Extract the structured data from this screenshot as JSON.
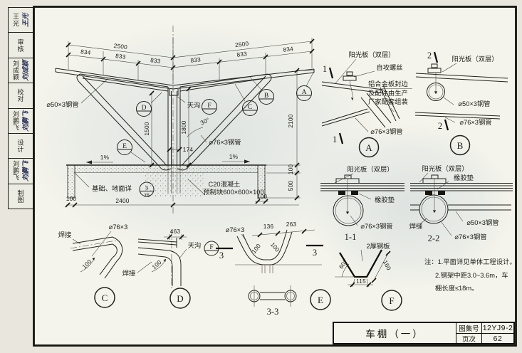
{
  "sidebar": {
    "rows": [
      {
        "name": "王光",
        "role": "审核"
      },
      {
        "name": "刘成颖",
        "role": "校对"
      },
      {
        "name": "刘鹏飞",
        "role": "设计"
      },
      {
        "name": "刘鹏飞",
        "role": "制图"
      }
    ]
  },
  "elevation": {
    "dims": {
      "total_left": "2500",
      "left": [
        "834",
        "833",
        "833"
      ],
      "total_right": "2500",
      "right": [
        "833",
        "833",
        "834"
      ],
      "h_total": "2100",
      "h_slab": "100",
      "h_found": "500",
      "v_1500": "1500",
      "v_1800": "1800",
      "w_174": "174",
      "w_2400": "2400",
      "w_100_left": "100",
      "w_100_right": "100",
      "angle": "30°"
    },
    "labels": {
      "pipe50": "⌀50×3钢管",
      "pipe76": "⌀76×3钢管",
      "gutter": "天沟",
      "slope_left": "1%",
      "slope_right": "1%",
      "foundation": "基础、地面详",
      "concrete": "C20混凝土",
      "precast": "预制块600×600×100"
    },
    "refs": {
      "a": "A",
      "b": "B",
      "c": "C",
      "d": "D",
      "e": "E",
      "f": "F",
      "fnd_top": "3",
      "fnd_bottom": "75"
    }
  },
  "detail_a": {
    "bubble": "A",
    "cut": "1",
    "panel": "阳光板（双层）",
    "screw": "自攻螺丝",
    "edge_note": [
      "铝合金板封边",
      "及配件由生产",
      "厂家配套组装"
    ],
    "pipe76": "⌀76×3钢管"
  },
  "detail_b": {
    "bubble": "B",
    "cut": "2",
    "panel": "阳光板（双层）",
    "pipe50": "⌀50×3钢管",
    "pipe76": "⌀76×3钢管"
  },
  "section_11": {
    "title": "1-1",
    "panel": "阳光板（双层）",
    "rubber": "橡胶垫",
    "pipe76": "⌀76×3钢管"
  },
  "section_22": {
    "title": "2-2",
    "panel": "阳光板（双层）",
    "rubber": "橡胶垫",
    "weld": "焊缝",
    "pipe50": "⌀50×3钢管",
    "pipe76": "⌀76×3钢管"
  },
  "detail_c": {
    "bubble": "C",
    "weld": "焊接",
    "pipe": "⌀76×3",
    "radius": "100"
  },
  "detail_d": {
    "bubble": "D",
    "weld": "焊接",
    "gutter": "天沟",
    "ref": "F",
    "dim463": "463",
    "radius": "100"
  },
  "detail_e": {
    "bubble": "E",
    "pipe": "⌀76×3",
    "dim136": "136",
    "dim263": "263",
    "r1": "100",
    "r2": "100",
    "cut": "3",
    "section": "3-3"
  },
  "detail_f": {
    "bubble": "F",
    "plate": "2厚钢板",
    "angle": "60°",
    "dim160": "160",
    "dim115": "115"
  },
  "notes": {
    "line1": "注：1.平面详见单体工程设计。",
    "line2": "2.钢架中距3.0~3.6m，车",
    "line3": "棚长度≤18m。"
  },
  "titleblock": {
    "title": "车棚（一）",
    "atlas_label": "图集号",
    "atlas_no": "12YJ9-2",
    "page_label": "页次",
    "page_no": "62"
  }
}
